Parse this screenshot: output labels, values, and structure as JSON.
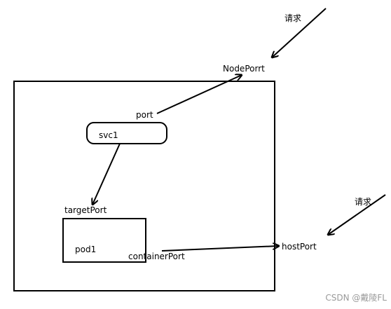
{
  "labels": {
    "request_top": "请求",
    "nodeport": "NodePorrt",
    "port": "port",
    "svc1": "svc1",
    "targetport": "targetPort",
    "pod1": "pod1",
    "containerport": "containerPort",
    "hostport": "hostPort",
    "request_right": "请求"
  },
  "watermark": "CSDN @戴陵FL",
  "colors": {
    "stroke": "#000000",
    "background": "#ffffff",
    "watermark": "#9a9a9a"
  }
}
